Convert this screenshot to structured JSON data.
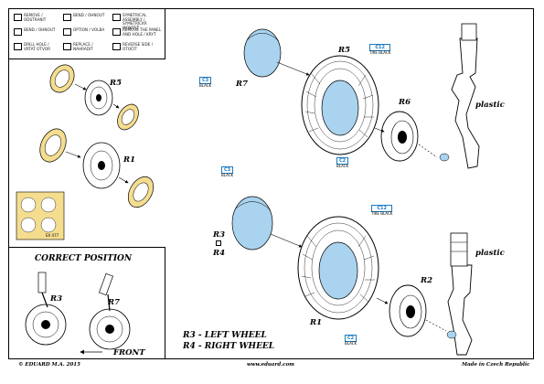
{
  "legend": [
    {
      "text": "REMOVE / ODSTRANIT",
      "icon": "remove-icon"
    },
    {
      "text": "BEND / OHNOUT",
      "icon": "bend-icon"
    },
    {
      "text": "SYMETRICAL ASSEMBLY / SYMETRICKÁ MONTÁŽ",
      "icon": "symmetric-icon"
    },
    {
      "text": "BEND / OHNOUT",
      "icon": "bend-2-icon"
    },
    {
      "text": "OPTION / VOLBA",
      "icon": "option-icon"
    },
    {
      "text": "REMOVE THE PANEL AND HOLE / KRYT",
      "icon": "panel-icon"
    },
    {
      "text": "DRILL HOLE / VRTAT OTVOR",
      "icon": "drill-icon"
    },
    {
      "text": "REPLACE / NAHRADIT",
      "icon": "replace-icon"
    },
    {
      "text": "REVERSE SIDE / OTOČIT",
      "icon": "reverse-icon"
    }
  ],
  "labels": {
    "r5_left": "R5",
    "r1_left": "R1",
    "r7_top": "R7",
    "r5_top": "R5",
    "r6": "R6",
    "plastic_top": "plastic",
    "r3": "R3",
    "r4": "R4",
    "r2": "R2",
    "r1_bottom": "R1",
    "plastic_bottom": "plastic"
  },
  "tags": {
    "c3_top": {
      "code": "C3",
      "text": "BLACK"
    },
    "c12_top": {
      "code": "C12",
      "text": "TIRE BLACK"
    },
    "c2_top": {
      "code": "C2",
      "text": "BLACK"
    },
    "c3_mid": {
      "code": "C3",
      "text": "BLACK"
    },
    "c12_bottom": {
      "code": "C12",
      "text": "TIRE BLACK"
    },
    "c2_bottom": {
      "code": "C2",
      "text": "BLACK"
    }
  },
  "mask_code": "EX 477",
  "correct_position": {
    "title": "CORRECT POSITION",
    "r3": "R3",
    "r7": "R7",
    "front": "FRONT"
  },
  "wheel_notes": {
    "line1": "R3 - LEFT WHEEL",
    "line2": "R4 - RIGHT WHEEL"
  },
  "footer": {
    "left": "© EDUARD M.A. 2015",
    "center": "www.eduard.com",
    "right": "Made in Czech Republic"
  },
  "colors": {
    "mask_blue": "#a9d3ee",
    "mask_yellow": "#f5dd8f",
    "tag_blue": "#1b7bc2"
  }
}
